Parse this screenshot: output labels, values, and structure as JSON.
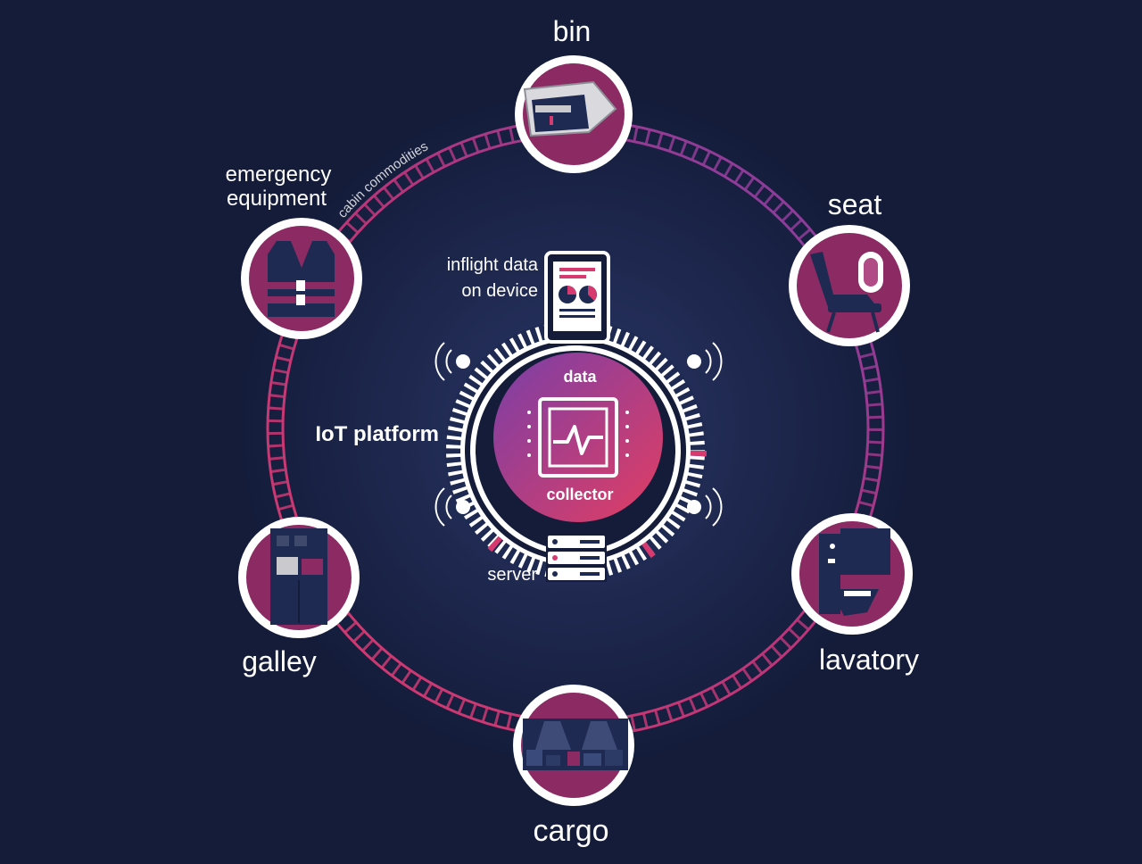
{
  "ring_label": "cabin commodities",
  "nodes": {
    "bin": "bin",
    "seat": "seat",
    "lavatory": "lavatory",
    "cargo": "cargo",
    "galley": "galley",
    "emergency_line1": "emergency",
    "emergency_line2": "equipment"
  },
  "center": {
    "platform_label": "IoT platform",
    "device_line1": "inflight data",
    "device_line2": "on device",
    "collector_top": "data",
    "collector_bottom": "collector",
    "server_label": "server"
  },
  "colors": {
    "background": "#141c3a",
    "magenta": "#8c2a63",
    "pink": "#d63a6e",
    "purple": "#7a3fa8",
    "navy": "#1e2a52",
    "white": "#ffffff"
  }
}
